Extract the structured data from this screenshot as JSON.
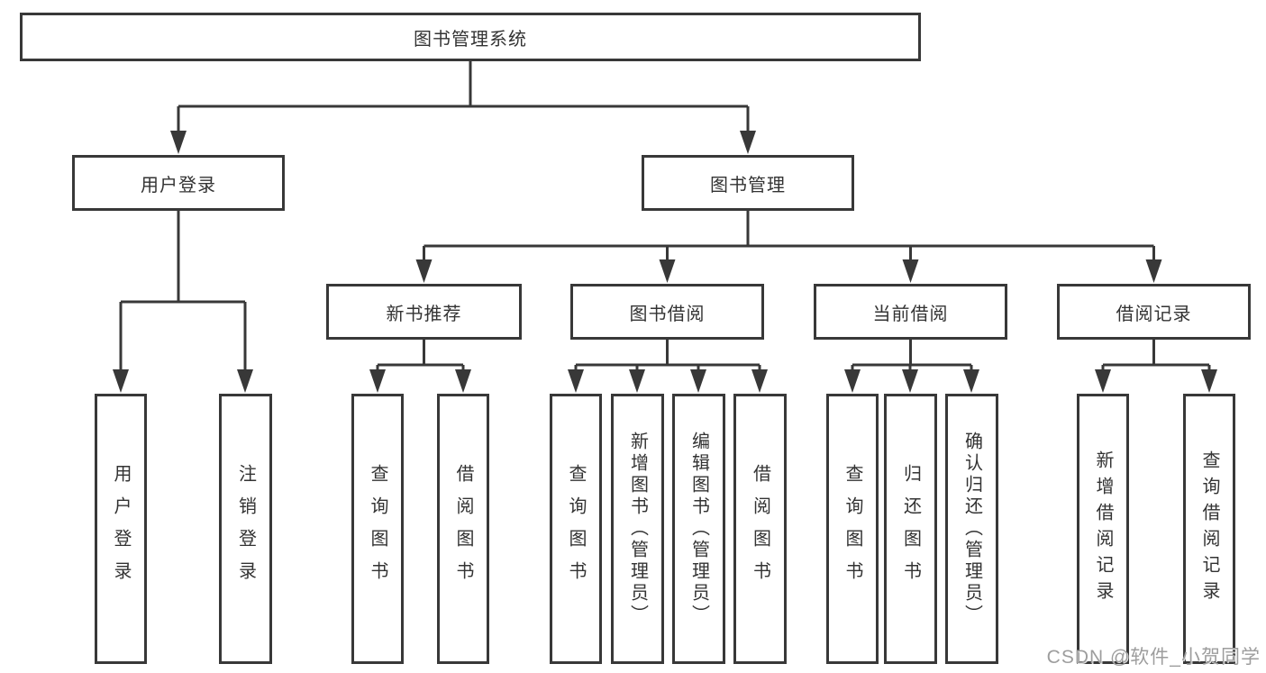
{
  "tree": {
    "root": "图书管理系统",
    "branches": [
      {
        "label": "用户登录",
        "leaves": [
          "用户登录",
          "注销登录"
        ]
      },
      {
        "label": "图书管理",
        "groups": [
          {
            "label": "新书推荐",
            "leaves": [
              "查询图书",
              "借阅图书"
            ]
          },
          {
            "label": "图书借阅",
            "leaves": [
              "查询图书",
              "新增图书（管理员）",
              "编辑图书（管理员）",
              "借阅图书"
            ]
          },
          {
            "label": "当前借阅",
            "leaves": [
              "查询图书",
              "归还图书",
              "确认归还（管理员）"
            ]
          },
          {
            "label": "借阅记录",
            "leaves": [
              "新增借阅记录",
              "查询借阅记录"
            ]
          }
        ]
      }
    ]
  },
  "watermark": {
    "text": "CSDN @软件_小贺同学"
  },
  "colors": {
    "line": "#383838",
    "border": "#383838",
    "text": "#333333",
    "watermark": "#9d9d9d",
    "background": "#ffffff"
  }
}
